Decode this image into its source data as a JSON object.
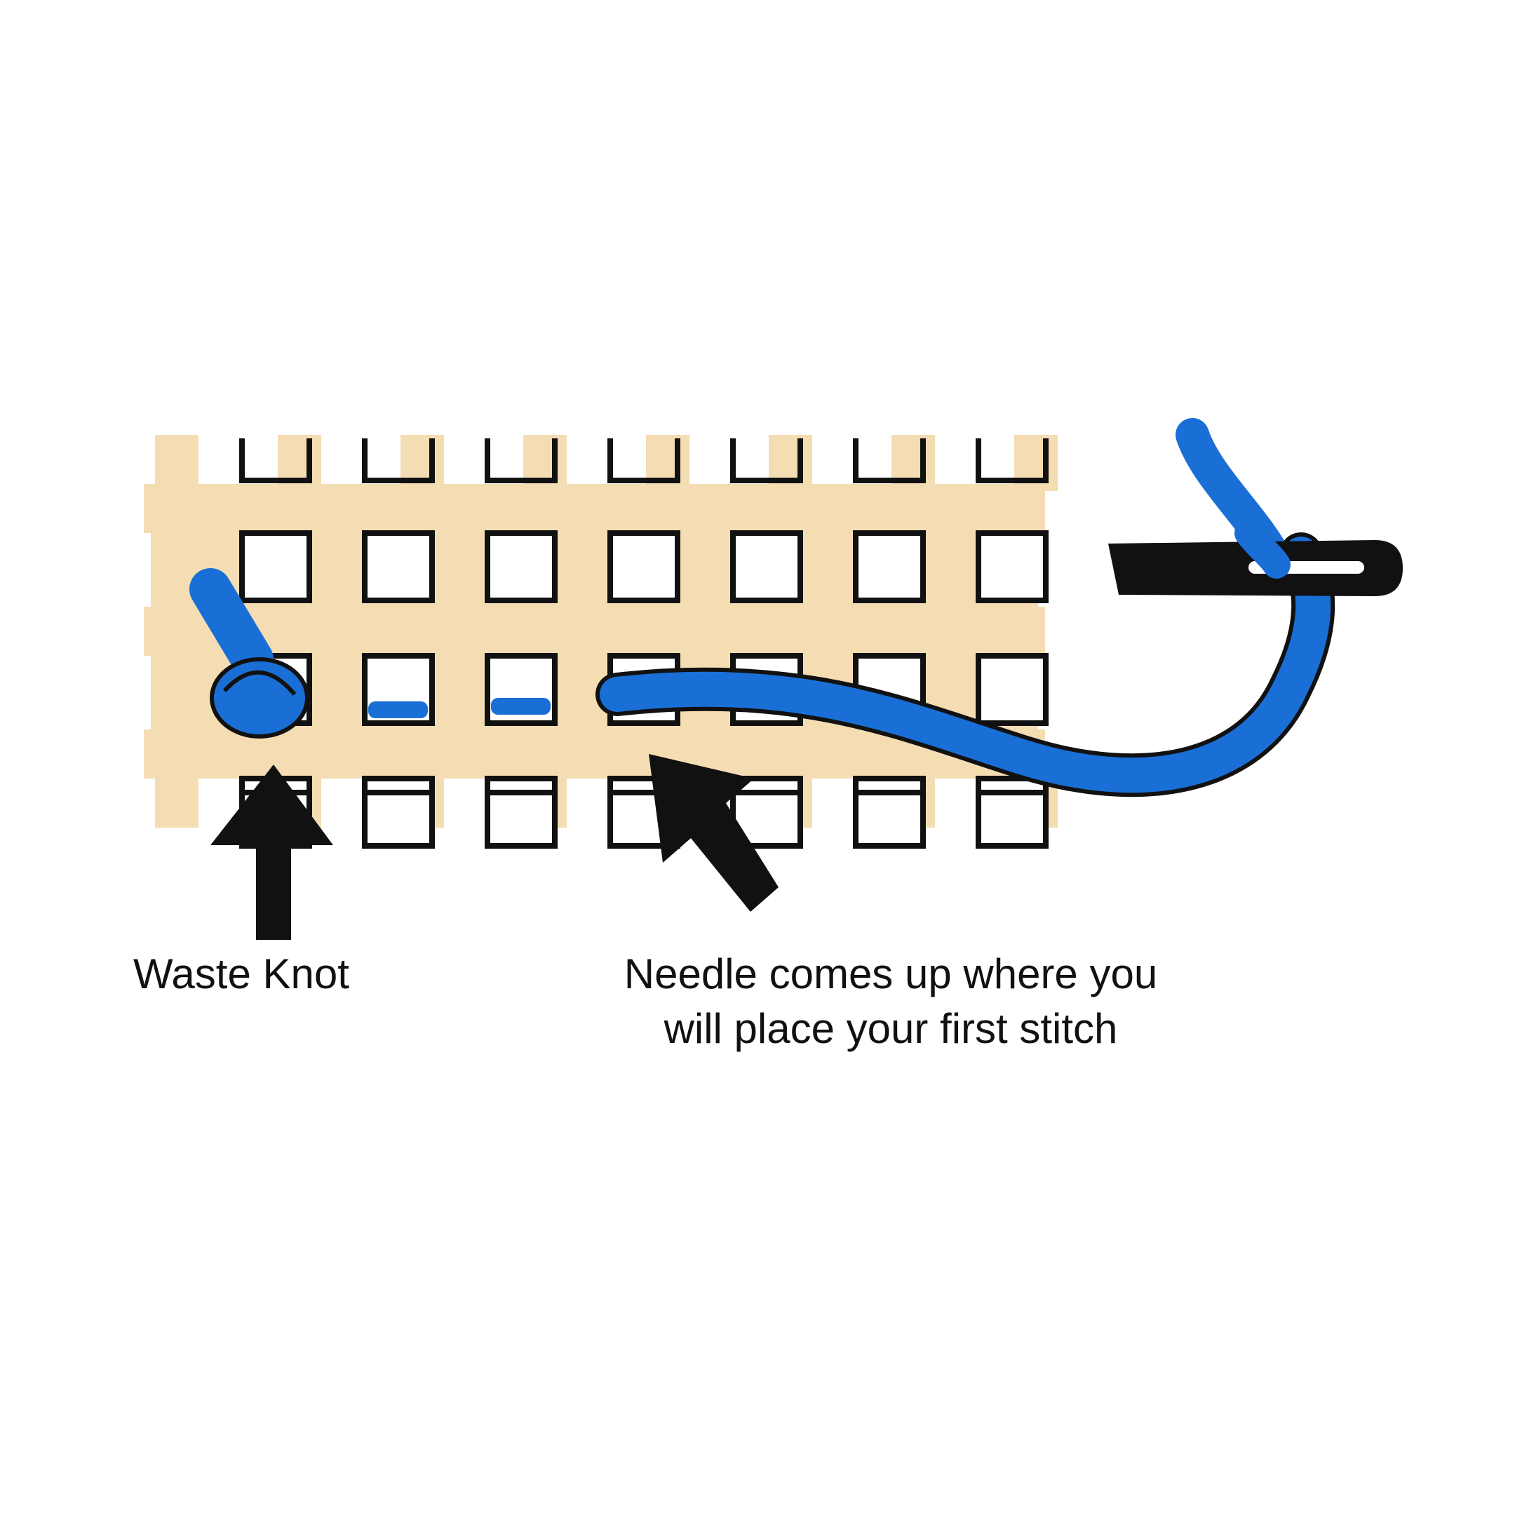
{
  "labels": {
    "waste_knot": "Waste Knot",
    "needle_line1": "Needle comes up where you",
    "needle_line2": "will place your first stitch"
  },
  "colors": {
    "background": "#ffffff",
    "canvas": "#f5ddb3",
    "canvas_outline": "#111111",
    "thread": "#1a6fd6",
    "needle": "#111111",
    "arrow": "#111111"
  },
  "canvas_grid": {
    "columns": 7,
    "rows": 3,
    "description_icons": [
      "plastic-canvas-grid-icon",
      "waste-knot-icon",
      "needle-icon",
      "thread-icon",
      "arrow-icon"
    ]
  }
}
